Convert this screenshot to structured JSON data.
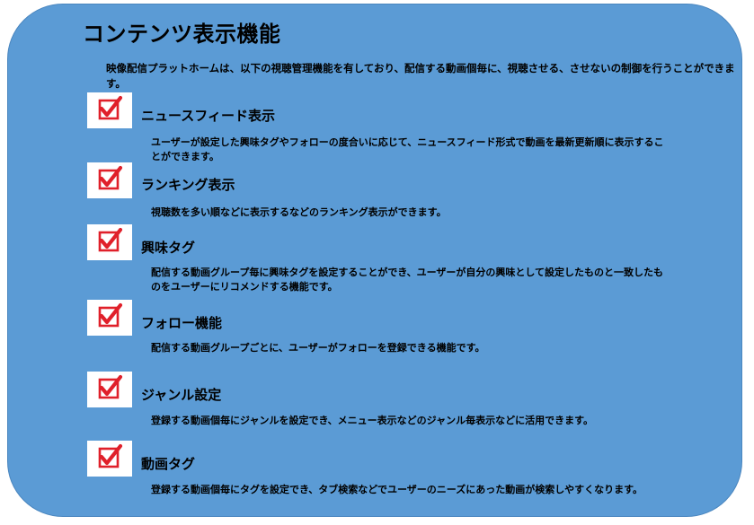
{
  "title": "コンテンツ表示機能",
  "intro": "映像配信プラットホームは、以下の視聴管理機能を有しており、配信する動画個毎に、視聴させる、させないの制御を行うことができます。",
  "colors": {
    "panel": "#5b9bd5",
    "check": "#e0202a",
    "checkbox_bg": "#ffffff"
  },
  "icons": {
    "checkbox": "checked-box-icon"
  },
  "features": [
    {
      "title": "ニュースフィード表示",
      "description": "ユーザーが設定した興味タグやフォローの度合いに応じて、ニュースフィード形式で動画を最新更新順に表示することができます。"
    },
    {
      "title": "ランキング表示",
      "description": "視聴数を多い順などに表示するなどのランキング表示ができます。"
    },
    {
      "title": "興味タグ",
      "description": "配信する動画グループ毎に興味タグを設定することができ、ユーザーが自分の興味として設定したものと一致したものをユーザーにリコメンドする機能です。"
    },
    {
      "title": "フォロー機能",
      "description": "配信する動画グループごとに、ユーザーがフォローを登録できる機能です。"
    },
    {
      "title": "ジャンル設定",
      "description": "登録する動画個毎にジャンルを設定でき、メニュー表示などのジャンル毎表示などに活用できます。"
    },
    {
      "title": "動画タグ",
      "description": "登録する動画個毎にタグを設定でき、タブ検索などでユーザーのニーズにあった動画が検索しやすくなります。"
    }
  ]
}
